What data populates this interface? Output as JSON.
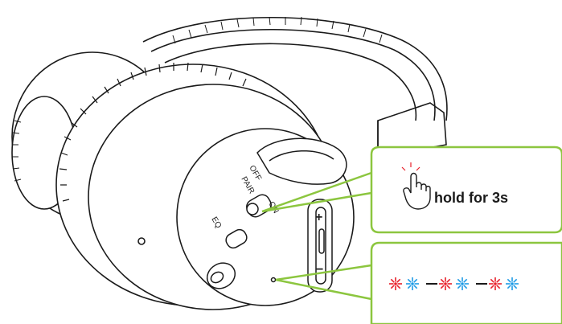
{
  "switch_labels": {
    "pair": "PAIR",
    "off": "OFF",
    "on": "ON",
    "eq": "EQ"
  },
  "volume_labels": {
    "plus": "+",
    "minus": "−"
  },
  "callout_top": {
    "text": "hold for 3s",
    "icon": "pointing-hand-icon"
  },
  "callout_bottom": {
    "led_pattern": [
      "red",
      "blue",
      "dash",
      "red",
      "blue",
      "dash",
      "red",
      "blue"
    ],
    "separator": "—"
  },
  "colors": {
    "callout_border": "#8cc63f",
    "led_red": "#e8202a",
    "led_blue": "#1e9be6",
    "outline": "#1a1a1a"
  }
}
